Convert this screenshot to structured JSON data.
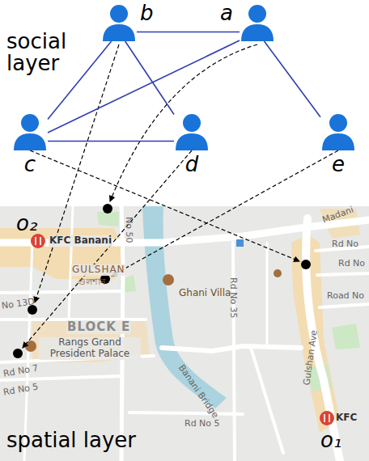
{
  "diagram": {
    "nodes": [
      {
        "text": [
          "b"
        ]
      },
      {
        "text": [
          "a"
        ]
      },
      {
        "text": [
          "c"
        ]
      },
      {
        "text": [
          "d"
        ]
      },
      {
        "text": [
          "e"
        ]
      }
    ],
    "edges": [
      {
        "from": 0,
        "to": 1,
        "arrow": "none"
      },
      {
        "from": 0,
        "to": 2,
        "arrow": "none"
      },
      {
        "from": 0,
        "to": 3,
        "arrow": "none"
      },
      {
        "from": 2,
        "to": 3,
        "arrow": "none"
      },
      {
        "from": 1,
        "to": 2,
        "arrow": "none"
      },
      {
        "from": 1,
        "to": 4,
        "arrow": "none"
      }
    ],
    "labels": [
      "social layer",
      "o₂",
      "KFC Banani",
      "GULSHAN",
      "গুলশান",
      "No 50",
      "Ghani Villa",
      "Rd No 35",
      "Madani",
      "Rd No",
      "Rd No",
      "Road No",
      "No 13D",
      "BLOCK E",
      "Rangs Grand President Palace",
      "Rd No 7",
      "Rd No 5",
      "Banani Bridge",
      "Gulshan Ave",
      "Rd No 5",
      "KFC",
      "o₁",
      "spatial layer"
    ]
  }
}
